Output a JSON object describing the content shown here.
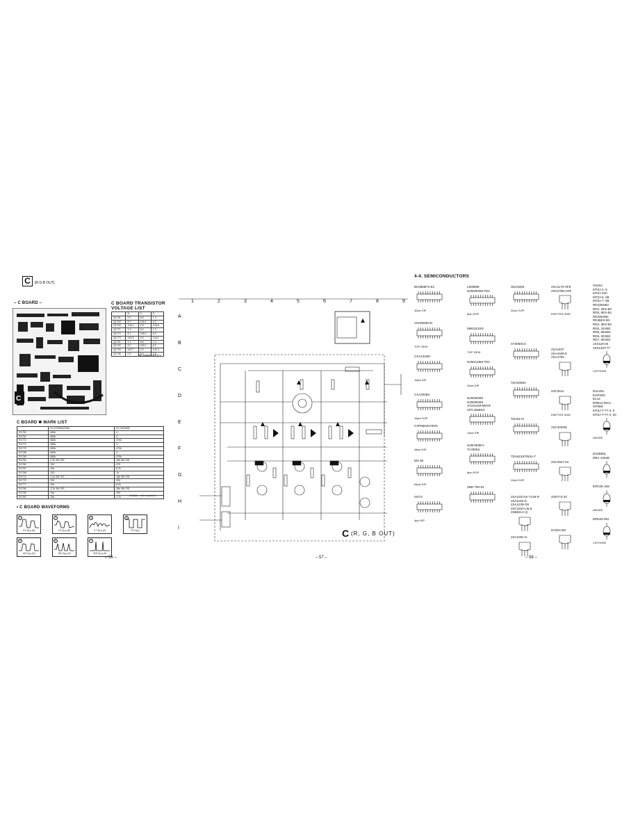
{
  "left_page": {
    "board_letter": "C",
    "board_title": "[R.G.B OUT]",
    "board_heading": "– C BOARD –",
    "transistor_title_1": "C BOARD TRANSISTOR",
    "transistor_title_2": "VOLTAGE LIST",
    "transistor_headers": [
      "",
      "B",
      "C",
      "E"
    ],
    "transistor_rows": [
      [
        "Q1751",
        "2.0",
        "8.6",
        "1.3"
      ],
      [
        "Q1752",
        "8.7",
        "134.1",
        "8.2"
      ],
      [
        "Q1753",
        "134.1",
        "2.5",
        "133.6"
      ],
      [
        "Q1771",
        "1.9",
        "8.4",
        "1.3"
      ],
      [
        "Q1772",
        "8.7",
        "136.4",
        "8.2"
      ],
      [
        "Q1773",
        "145.6",
        "2.5",
        "144.1"
      ],
      [
        "Q1791",
        "2.1",
        "8.6",
        "1.4"
      ],
      [
        "Q1792",
        "8.7",
        "130.1",
        "8.2"
      ],
      [
        "Q1793",
        "140.7",
        "2.5",
        "131.3"
      ],
      [
        "Q1795",
        "0.0",
        "0.0",
        "2.6"
      ]
    ],
    "transistor_note": "All voltages are in V",
    "mark_list_title": "C BOARD ✱ MARK LIST",
    "mark_headers": [
      "",
      "KV-27S36/32S36",
      "KV-32TW36"
    ],
    "mark_rows": [
      [
        "R1750",
        "680k",
        "4"
      ],
      [
        "R1751",
        "680k",
        "4"
      ],
      [
        "R1772",
        "680k",
        "470k"
      ],
      [
        "R1773",
        "680k",
        "4"
      ],
      [
        "R1775",
        "680k",
        "470k"
      ],
      [
        "R1788",
        "680k",
        "4"
      ],
      [
        "R1789",
        "680k",
        "470k"
      ],
      [
        "R1764",
        "2.2k 3W :RS",
        "18k 3W :RS"
      ],
      [
        "R1765",
        "330",
        "470"
      ],
      [
        "R1767",
        "15k",
        "8.2k"
      ],
      [
        "R1768",
        "330",
        "1k"
      ],
      [
        "R1774",
        "2.2k 3W :RS",
        "18k 3W :RS"
      ],
      [
        "R1775",
        "330",
        "330"
      ],
      [
        "R1777",
        "15k",
        "8.2k"
      ],
      [
        "R1784",
        "2.2k 3W :RS",
        "18k 3W :RS"
      ],
      [
        "R1785",
        "15k",
        "330"
      ],
      [
        "R1787",
        "15k",
        "4.7k"
      ]
    ],
    "mark_note": "# Mark : not mounted",
    "waveforms_title": "• C BOARD WAVEFORMS",
    "waveforms": [
      {
        "num": "1",
        "label": "2.0 Vp-p (H)"
      },
      {
        "num": "2",
        "label": "2.0 Vp-p (H)"
      },
      {
        "num": "3",
        "label": "4.7 Vp-p (V)"
      },
      {
        "num": "4",
        "label": "170 Vp-p"
      },
      {
        "num": "5",
        "label": "140 Vp-p (H)"
      },
      {
        "num": "6",
        "label": "150 Vp-p (H)"
      },
      {
        "num": "7",
        "label": "25.8 Vp-p (H)"
      }
    ],
    "page_number": "– 56 –"
  },
  "middle_page": {
    "columns": [
      "1",
      "2",
      "3",
      "4",
      "5",
      "6",
      "7",
      "8",
      "9"
    ],
    "rows": [
      "A",
      "B",
      "C",
      "D",
      "E",
      "F",
      "G",
      "H",
      "I"
    ],
    "board_label_big": "C",
    "board_label_sub": "(R, G, B OUT)",
    "page_number": "– 57 –"
  },
  "right_page": {
    "section_title": "4-4.  SEMICONDUCTORS",
    "col1": [
      {
        "name": "BH3856FS-E2",
        "pkg": "32pin SIP"
      },
      {
        "name": "CD4052BCN",
        "pkg": "TOP VIEW"
      },
      {
        "name": "CXA1315M",
        "pkg": "16pin DIP"
      },
      {
        "name": "CXA2025S",
        "pkg": "16pin SOP"
      },
      {
        "name": "CXP85640-003S",
        "pkg": "48pin DIP"
      },
      {
        "name": "DN-38",
        "pkg": "64pin DIP"
      },
      {
        "name": "IS474",
        "pkg": "4pin SIP"
      }
    ],
    "col2": [
      {
        "name": "LM358M\nNJM2903M-TE2",
        "pkg": "8pin SOP"
      },
      {
        "name": "MM1313XD",
        "pkg": "TOP VIEW"
      },
      {
        "name": "NJM2125M-TE2",
        "pkg": "42pin DIP"
      },
      {
        "name": "NJM2903M\nNJM2904M\nST24C02FM6TR\nUPC4558G2",
        "pkg": "14pin SIP"
      },
      {
        "name": "NJM7805FA\nTA7805S",
        "pkg": "8pin SOP"
      },
      {
        "name": "SBD 790-51",
        "pkg": ""
      }
    ],
    "col3": [
      {
        "name": "SDA5250",
        "pkg": "32pin SOP"
      },
      {
        "name": "ST3060CX",
        "pkg": ""
      },
      {
        "name": "TDA2009A",
        "pkg": ""
      },
      {
        "name": "TDA8172",
        "pkg": ""
      },
      {
        "name": "TDA8215T/N3A-T",
        "pkg": "24pin SOP"
      },
      {
        "name": "2SA1037AK-T146-R\n2SA1162-G\n2SA1235-O6\n2SC1623-L5L8\n2SB621A-Q",
        "pkg": ""
      },
      {
        "name": "2SA1091-O",
        "pkg": ""
      }
    ],
    "col4": [
      {
        "name": "2SA1175-HFE\n2SC2785-HFE",
        "pkg": "EMITTER SIDE"
      },
      {
        "name": "2SA1837\n2SA4159-E\n2SC4793",
        "pkg": ""
      },
      {
        "name": "2SC2611",
        "pkg": "EMITTER SIDE"
      },
      {
        "name": "2SC4034M",
        "pkg": ""
      },
      {
        "name": "2SC4927-01",
        "pkg": ""
      },
      {
        "name": "2SD774-34",
        "pkg": ""
      },
      {
        "name": "D10SC4M",
        "pkg": ""
      }
    ],
    "col5": [
      {
        "name": "01NS4\nMTZJ-3, 9\nMTZJ-33A\nMTZJ-5, 2B\nMTZJ-7, 5B\nRD10ESB2\nRD2, 2ES-B2\nRD5, 6ES-B2\nRD33ESB1\nRD36ES-B2\nRD4, 3ES-B3\nRD5, 1ESB2\nRD5, 6ESB3\nRD6, 2ESB2\nRD7, 5ESB2\n1SS119-25\n1SS133T-77",
        "pkg": "CATHODE"
      },
      {
        "name": "D2L20U\nEGP20G\nEL1Z\nERB12-06V1\nGP08D\nMTZJ-T-77-3, 9\nMTZJ-T-77-4, 3C",
        "pkg": "ANODE"
      },
      {
        "name": "D4SB60L\nRBA-1004B",
        "pkg": ""
      },
      {
        "name": "ERC06-15S",
        "pkg": "ANODE"
      },
      {
        "name": "ERD29-08J",
        "pkg": "CATHODE"
      }
    ],
    "page_number": "– 58 –"
  }
}
